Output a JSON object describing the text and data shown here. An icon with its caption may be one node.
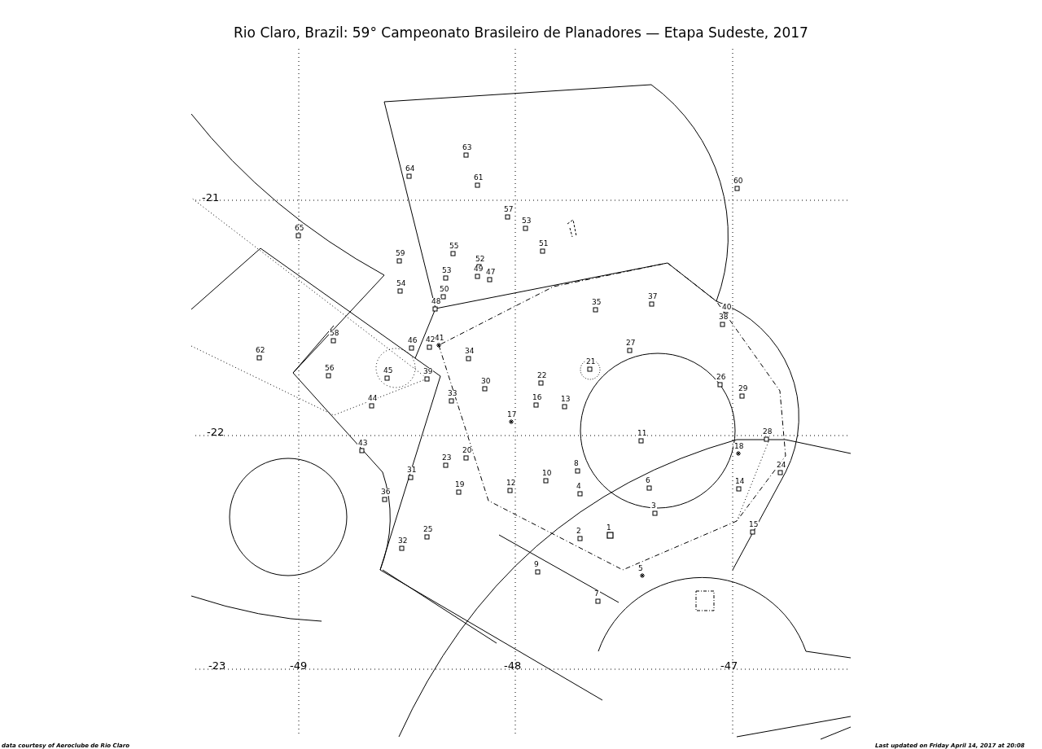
{
  "diagram": {
    "title": "Rio Claro, Brazil: 59° Campeonato Brasileiro de Planadores — Etapa Sudeste, 2017",
    "labels": [
      "63",
      "64",
      "61",
      "60",
      "-21",
      "57",
      "53",
      "65",
      "51",
      "55",
      "59",
      "52",
      "49",
      "53",
      "47",
      "54",
      "50",
      "37",
      "48",
      "35",
      "40",
      "38",
      "58",
      "41",
      "42",
      "46",
      "27",
      "62",
      "34",
      "21",
      "56",
      "45",
      "39",
      "22",
      "26",
      "30",
      "29",
      "33",
      "16",
      "44",
      "13",
      "17",
      "-22",
      "28",
      "11",
      "43",
      "18",
      "20",
      "23",
      "8",
      "24",
      "31",
      "10",
      "6",
      "14",
      "12",
      "19",
      "4",
      "36",
      "3",
      "15",
      "1",
      "25",
      "2",
      "32",
      "9",
      "5",
      "7",
      "-23",
      "-49",
      "-48",
      "-47",
      "data courtesy of Aeroclube de Rio Claro",
      "Last updated on Friday April 14, 2017 at 20:08"
    ]
  }
}
